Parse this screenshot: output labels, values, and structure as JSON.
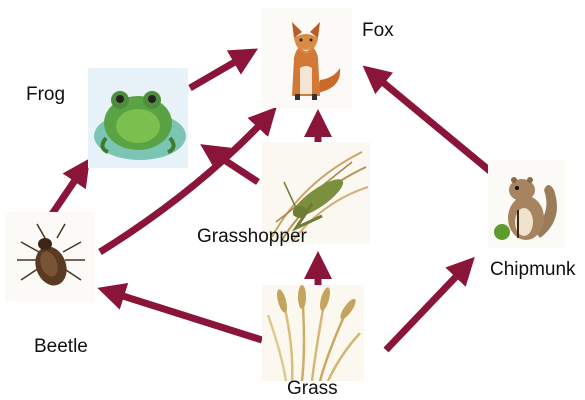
{
  "diagram": {
    "type": "food-web",
    "arrow_color": "#8a1538",
    "organisms": [
      {
        "id": "fox",
        "label": "Fox",
        "icon": "fox-icon"
      },
      {
        "id": "frog",
        "label": "Frog",
        "icon": "frog-icon"
      },
      {
        "id": "grasshopper",
        "label": "Grasshopper",
        "icon": "grasshopper-icon"
      },
      {
        "id": "chipmunk",
        "label": "Chipmunk",
        "icon": "chipmunk-icon"
      },
      {
        "id": "beetle",
        "label": "Beetle",
        "icon": "beetle-icon"
      },
      {
        "id": "grass",
        "label": "Grass",
        "icon": "grass-icon"
      }
    ],
    "edges": [
      {
        "from": "frog",
        "to": "fox"
      },
      {
        "from": "beetle",
        "to": "frog"
      },
      {
        "from": "beetle",
        "to": "fox"
      },
      {
        "from": "grasshopper",
        "to": "fox"
      },
      {
        "from": "grasshopper",
        "to": "frog"
      },
      {
        "from": "chipmunk",
        "to": "fox"
      },
      {
        "from": "grass",
        "to": "grasshopper"
      },
      {
        "from": "grass",
        "to": "beetle"
      },
      {
        "from": "grass",
        "to": "chipmunk"
      }
    ]
  }
}
